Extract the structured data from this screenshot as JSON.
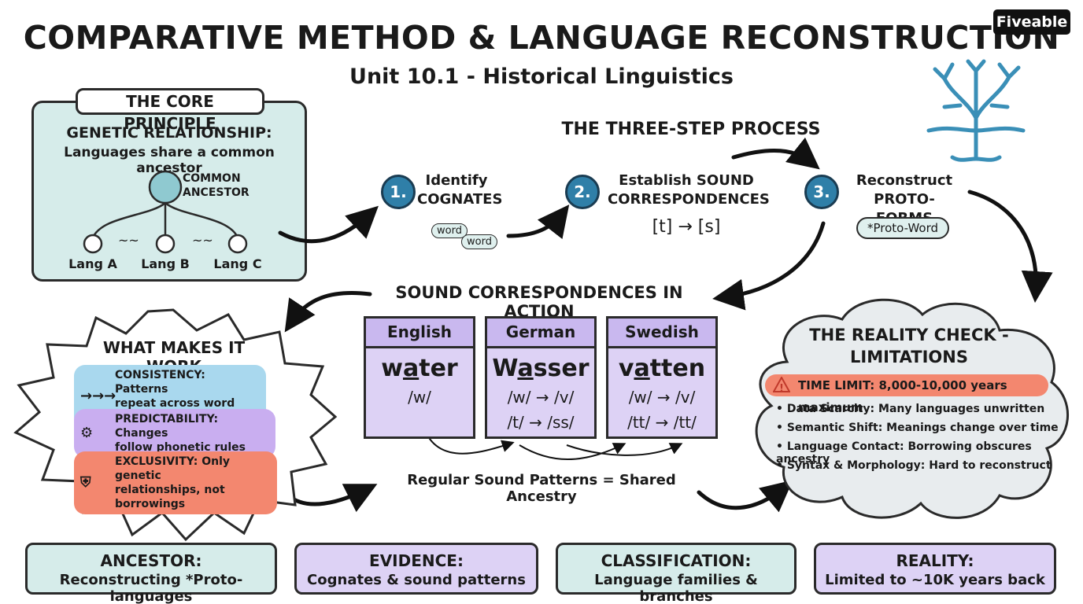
{
  "header": {
    "title": "COMPARATIVE METHOD & LANGUAGE RECONSTRUCTION",
    "subtitle": "Unit 10.1 - Historical Linguistics",
    "brand_main": "Five",
    "brand_accent": "able"
  },
  "core_principle": {
    "label": "THE CORE PRINCIPLE",
    "heading": "GENETIC RELATIONSHIP:",
    "description": "Languages share a common ancestor",
    "ancestor_line1": "COMMON",
    "ancestor_line2": "ANCESTOR",
    "languages": [
      "Lang A",
      "Lang B",
      "Lang C"
    ],
    "link_glyph": "~~"
  },
  "process": {
    "heading": "THE THREE-STEP PROCESS",
    "steps": [
      {
        "number": "1.",
        "line1": "Identify",
        "line2": "COGNATES",
        "chips": [
          "word",
          "word"
        ]
      },
      {
        "number": "2.",
        "line1": "Establish SOUND",
        "line2": "CORRESPONDENCES",
        "rule": "[t] → [s]"
      },
      {
        "number": "3.",
        "line1": "Reconstruct",
        "line2": "PROTO-FORMS",
        "pill": "*Proto-Word"
      }
    ]
  },
  "sound_correspondences": {
    "heading": "SOUND CORRESPONDENCES IN ACTION",
    "languages": [
      {
        "name": "English",
        "word_pre": "w",
        "word_mark": "a",
        "word_post": "ter",
        "ipa1": "/w/",
        "ipa2": ""
      },
      {
        "name": "German",
        "word_pre": "W",
        "word_mark": "a",
        "word_post": "sser",
        "ipa1": "/w/ → /v/",
        "ipa2": "/t/ → /ss/"
      },
      {
        "name": "Swedish",
        "word_pre": "v",
        "word_mark": "a",
        "word_post": "tten",
        "ipa1": "/w/ → /v/",
        "ipa2": "/tt/ → /tt/"
      }
    ],
    "conclusion": "Regular Sound Patterns = Shared Ancestry"
  },
  "what_makes_it_work": {
    "heading": "WHAT MAKES IT WORK",
    "items": [
      {
        "label": "CONSISTENCY: Patterns",
        "label2": "repeat across word sets",
        "icon": "→→→",
        "color": "#a9d8ee"
      },
      {
        "label": "PREDICTABILITY: Changes",
        "label2": "follow phonetic rules",
        "icon": "⚙",
        "color": "#c9aef0"
      },
      {
        "label": "EXCLUSIVITY: Only genetic",
        "label2": "relationships, not borrowings",
        "icon": "⛨",
        "color": "#f3876f"
      }
    ]
  },
  "reality_check": {
    "heading_line1": "THE REALITY CHECK -",
    "heading_line2": "LIMITATIONS",
    "time_limit": "TIME LIMIT: 8,000-10,000 years maximum",
    "warning_glyph": "!",
    "items": [
      "• Data Scarcity: Many languages unwritten",
      "• Semantic Shift: Meanings change over time",
      "• Language Contact: Borrowing obscures ancestry",
      "• Syntax & Morphology: Hard to reconstruct"
    ]
  },
  "summary": [
    {
      "title": "ANCESTOR:",
      "sub": "Reconstructing *Proto-languages",
      "color": "#d6ecea"
    },
    {
      "title": "EVIDENCE:",
      "sub": "Cognates & sound patterns",
      "color": "#ddd2f5"
    },
    {
      "title": "CLASSIFICATION:",
      "sub": "Language families & branches",
      "color": "#d6ecea"
    },
    {
      "title": "REALITY:",
      "sub": "Limited to ~10K years back",
      "color": "#ddd2f5"
    }
  ],
  "colors": {
    "teal_bg": "#d6ecea",
    "purple_bg": "#ddd2f5",
    "step_blue": "#2f7fa8",
    "tree_blue": "#3a8fb7",
    "alert_red": "#f3876f"
  }
}
